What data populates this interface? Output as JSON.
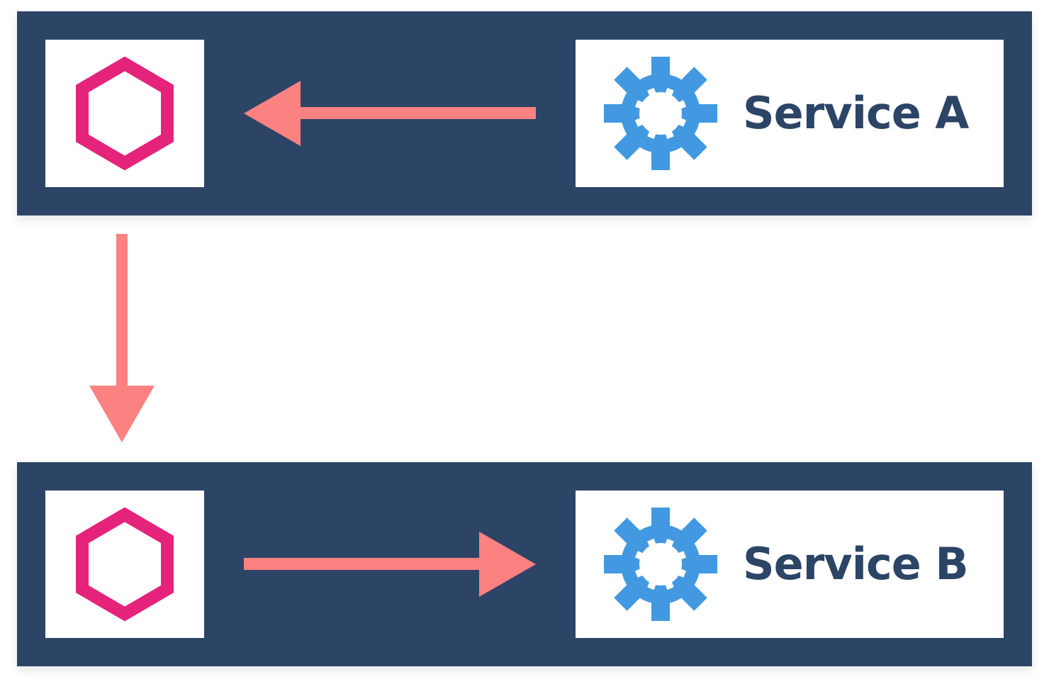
{
  "colors": {
    "panel_bg": "#2c4466",
    "box_bg": "#ffffff",
    "hexagon": "#e6237b",
    "gear": "#4299e1",
    "arrow": "#fc8181",
    "label_text": "#2c4466"
  },
  "diagram": {
    "panels": [
      {
        "id": "panel-a",
        "icon": "hexagon-icon",
        "service_icon": "gear-icon",
        "service_label": "Service A",
        "arrow_direction": "left"
      },
      {
        "id": "panel-b",
        "icon": "hexagon-icon",
        "service_icon": "gear-icon",
        "service_label": "Service B",
        "arrow_direction": "right"
      }
    ],
    "connector": {
      "from": "panel-a",
      "to": "panel-b",
      "direction": "down"
    }
  }
}
